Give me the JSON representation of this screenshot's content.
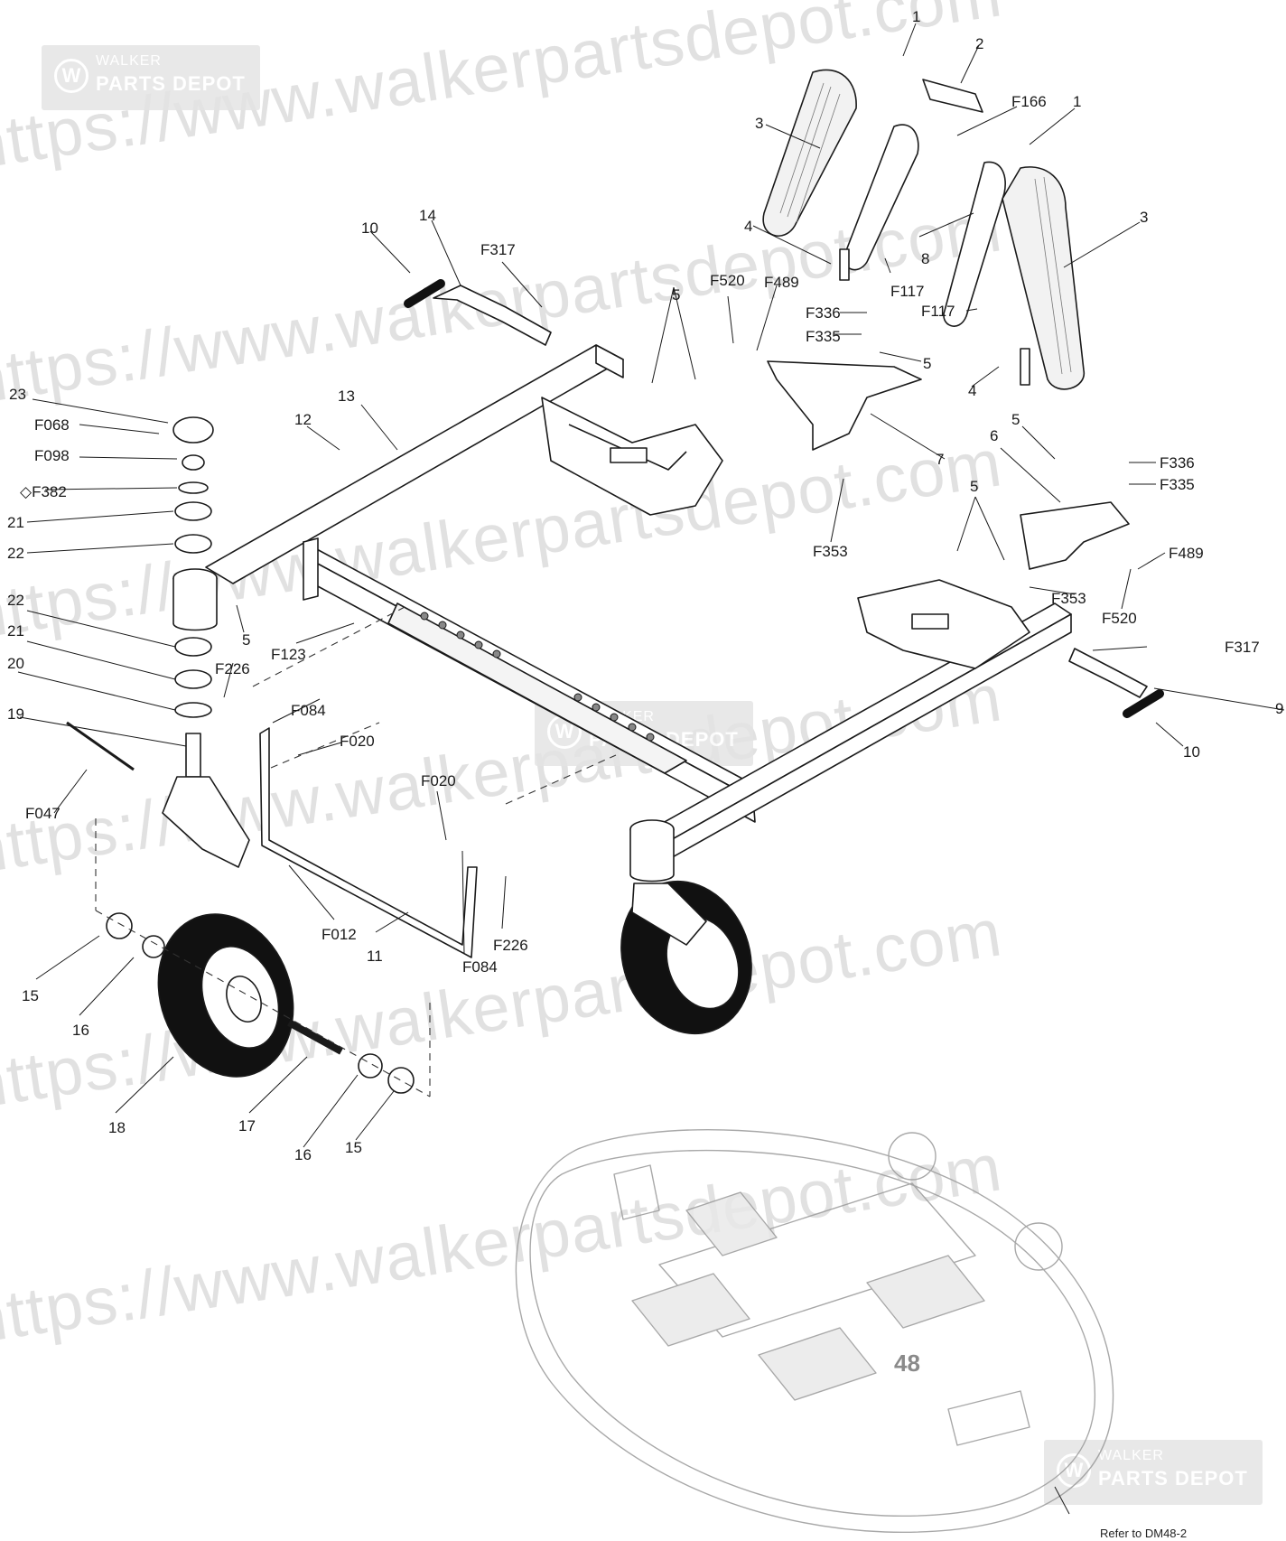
{
  "watermark": {
    "url_text": "https://www.walkerpartsdepot.com",
    "logo_line1": "WALKER",
    "logo_line2": "PARTS DEPOT"
  },
  "callouts": [
    {
      "id": "c1a",
      "text": "1"
    },
    {
      "id": "c2",
      "text": "2"
    },
    {
      "id": "cF166",
      "text": "F166"
    },
    {
      "id": "c1b",
      "text": "1"
    },
    {
      "id": "c3a",
      "text": "3"
    },
    {
      "id": "c3b",
      "text": "3"
    },
    {
      "id": "c4a",
      "text": "4"
    },
    {
      "id": "c8",
      "text": "8"
    },
    {
      "id": "cF117a",
      "text": "F117"
    },
    {
      "id": "cF117b",
      "text": "F117"
    },
    {
      "id": "c10a",
      "text": "10"
    },
    {
      "id": "c14",
      "text": "14"
    },
    {
      "id": "cF317a",
      "text": "F317"
    },
    {
      "id": "c5a",
      "text": "5"
    },
    {
      "id": "cF520a",
      "text": "F520"
    },
    {
      "id": "cF489a",
      "text": "F489"
    },
    {
      "id": "cF336a",
      "text": "F336"
    },
    {
      "id": "cF335a",
      "text": "F335"
    },
    {
      "id": "c5b",
      "text": "5"
    },
    {
      "id": "c4b",
      "text": "4"
    },
    {
      "id": "c23",
      "text": "23"
    },
    {
      "id": "c12",
      "text": "12"
    },
    {
      "id": "c13",
      "text": "13"
    },
    {
      "id": "cF068",
      "text": "F068"
    },
    {
      "id": "cF098",
      "text": "F098"
    },
    {
      "id": "cF382",
      "text": "◇F382"
    },
    {
      "id": "c21a",
      "text": "21"
    },
    {
      "id": "c22a",
      "text": "22"
    },
    {
      "id": "c7",
      "text": "7"
    },
    {
      "id": "c6",
      "text": "6"
    },
    {
      "id": "c5c",
      "text": "5"
    },
    {
      "id": "cF336b",
      "text": "F336"
    },
    {
      "id": "cF335b",
      "text": "F335"
    },
    {
      "id": "cF353a",
      "text": "F353"
    },
    {
      "id": "c5d",
      "text": "5"
    },
    {
      "id": "cF489b",
      "text": "F489"
    },
    {
      "id": "cF353b",
      "text": "F353"
    },
    {
      "id": "cF520b",
      "text": "F520"
    },
    {
      "id": "c22b",
      "text": "22"
    },
    {
      "id": "c21b",
      "text": "21"
    },
    {
      "id": "c20",
      "text": "20"
    },
    {
      "id": "c5e",
      "text": "5"
    },
    {
      "id": "cF226a",
      "text": "F226"
    },
    {
      "id": "cF123",
      "text": "F123"
    },
    {
      "id": "cF084a",
      "text": "F084"
    },
    {
      "id": "c19",
      "text": "19"
    },
    {
      "id": "cF020a",
      "text": "F020"
    },
    {
      "id": "cF317b",
      "text": "F317"
    },
    {
      "id": "c9",
      "text": "9"
    },
    {
      "id": "c10b",
      "text": "10"
    },
    {
      "id": "cF047",
      "text": "F047"
    },
    {
      "id": "cF020b",
      "text": "F020"
    },
    {
      "id": "cF012",
      "text": "F012"
    },
    {
      "id": "c11",
      "text": "11"
    },
    {
      "id": "cF226b",
      "text": "F226"
    },
    {
      "id": "cF084b",
      "text": "F084"
    },
    {
      "id": "c15a",
      "text": "15"
    },
    {
      "id": "c16a",
      "text": "16"
    },
    {
      "id": "c18",
      "text": "18"
    },
    {
      "id": "c17",
      "text": "17"
    },
    {
      "id": "c16b",
      "text": "16"
    },
    {
      "id": "c15b",
      "text": "15"
    }
  ],
  "deck": {
    "number": "48"
  },
  "footnote": "Refer to DM48-2"
}
